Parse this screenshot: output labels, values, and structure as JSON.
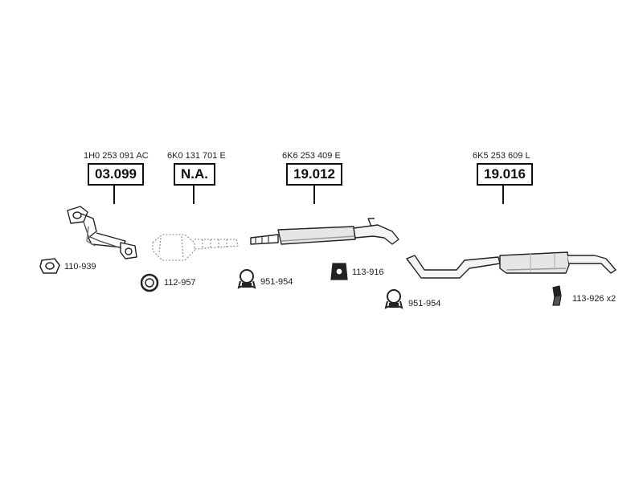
{
  "assemblies": [
    {
      "oem": "1H0 253 091 AC",
      "code": "03.099"
    },
    {
      "oem": "6K0 131 701 E",
      "code": "N.A."
    },
    {
      "oem": "6K6 253 409 E",
      "code": "19.012"
    },
    {
      "oem": "6K5 253 609 L",
      "code": "19.016"
    }
  ],
  "accessories": [
    {
      "ref": "110-939",
      "icon": "gasket-icon"
    },
    {
      "ref": "112-957",
      "icon": "ring-gasket-icon"
    },
    {
      "ref": "951-954",
      "icon": "clamp-icon"
    },
    {
      "ref": "113-916",
      "icon": "rubber-mount-icon"
    },
    {
      "ref": "951-954",
      "icon": "clamp-icon"
    },
    {
      "ref": "113-926 x2",
      "icon": "hanger-icon"
    }
  ]
}
